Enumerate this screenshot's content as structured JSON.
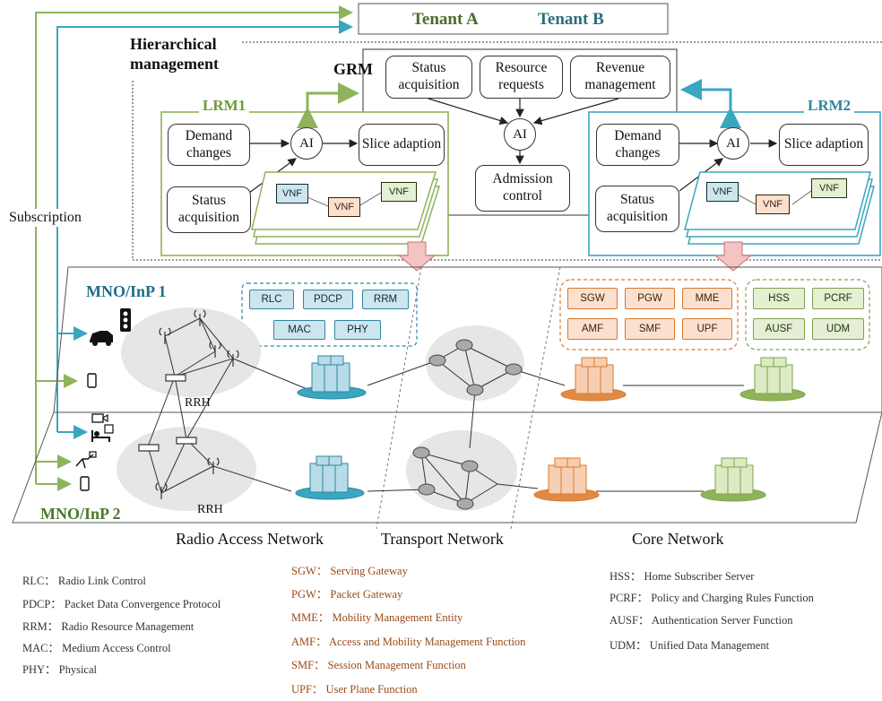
{
  "tenants": {
    "a": "Tenant A",
    "b": "Tenant B"
  },
  "hierarchical": {
    "line1": "Hierarchical",
    "line2": "management"
  },
  "grm": {
    "label": "GRM",
    "status": "Status acquisition",
    "resource": "Resource requests",
    "revenue": "Revenue management",
    "ai": "AI",
    "admission": "Admission control"
  },
  "lrm1": {
    "label": "LRM1",
    "demand": "Demand changes",
    "ai": "AI",
    "slice": "Slice adaption",
    "status": "Status acquisition",
    "vnf": [
      "VNF",
      "VNF",
      "VNF"
    ]
  },
  "lrm2": {
    "label": "LRM2",
    "demand": "Demand changes",
    "ai": "AI",
    "slice": "Slice adaption",
    "status": "Status acquisition",
    "vnf": [
      "VNF",
      "VNF",
      "VNF"
    ]
  },
  "subscription": "Subscription",
  "mno1": "MNO/InP 1",
  "mno2": "MNO/InP 2",
  "rrh": "RRH",
  "ran_functions": [
    "RLC",
    "PDCP",
    "RRM",
    "MAC",
    "PHY"
  ],
  "core_orange": [
    "SGW",
    "PGW",
    "MME",
    "AMF",
    "SMF",
    "UPF"
  ],
  "core_green": [
    "HSS",
    "PCRF",
    "AUSF",
    "UDM"
  ],
  "sections": {
    "ran": "Radio Access Network",
    "transport": "Transport Network",
    "core": "Core Network"
  },
  "legend_ran": [
    "RLC： Radio Link Control",
    "PDCP： Packet Data Convergence Protocol",
    "RRM： Radio Resource Management",
    "MAC： Medium Access Control",
    "PHY： Physical"
  ],
  "legend_core": [
    "SGW： Serving Gateway",
    "PGW： Packet Gateway",
    "MME： Mobility Management Entity",
    "AMF： Access and Mobility Management Function",
    "SMF： Session Management Function",
    "UPF： User Plane Function"
  ],
  "legend_sub": [
    "HSS： Home Subscriber Server",
    "PCRF： Policy and Charging Rules Function",
    "AUSF： Authentication Server Function",
    "UDM： Unified Data Management"
  ],
  "colors": {
    "green": "#8fb35a",
    "teal": "#3aa6c0",
    "orange": "#e08a45",
    "pink": "#f4c3c3"
  }
}
